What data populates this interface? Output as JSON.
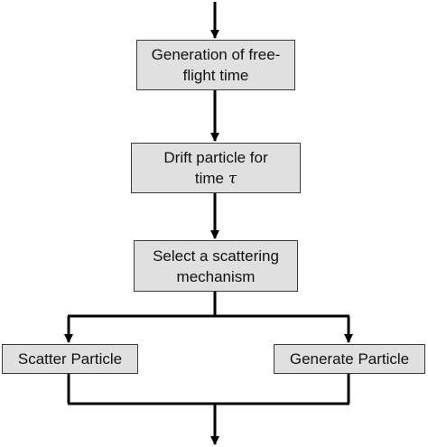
{
  "nodes": {
    "generation": {
      "line1": "Generation of free-",
      "line2": "flight time"
    },
    "drift": {
      "line1": "Drift particle for",
      "line2_prefix": "time",
      "line2_symbol": "τ"
    },
    "select": {
      "line1": "Select a scattering",
      "line2": "mechanism"
    },
    "scatter": {
      "label": "Scatter Particle"
    },
    "generate": {
      "label": "Generate Particle"
    }
  },
  "colors": {
    "box_fill": "#e0e0e0",
    "box_border": "#3a3a3a",
    "connector": "#000000",
    "background": "#ffffff"
  }
}
